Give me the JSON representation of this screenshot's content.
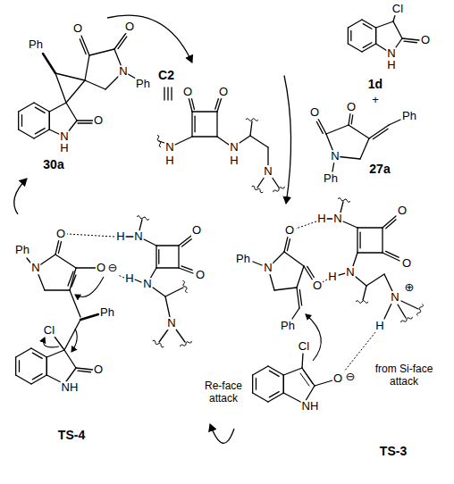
{
  "diagram": {
    "nodes": [
      {
        "text": [
          "C2"
        ]
      },
      {
        "text": [
          "1d"
        ]
      },
      {
        "text": [
          "27a"
        ]
      },
      {
        "text": [
          "30a"
        ]
      },
      {
        "text": [
          "TS-3"
        ]
      },
      {
        "text": [
          "TS-4"
        ]
      }
    ],
    "edges": [
      {
        "from": 0,
        "to": 4,
        "arrow": "to"
      },
      {
        "from": 4,
        "to": 5,
        "label": "Re-face attack",
        "arrow": "to"
      },
      {
        "from": 5,
        "to": 3,
        "arrow": "to"
      },
      {
        "from": 3,
        "to": 0,
        "arrow": "to"
      }
    ],
    "labels": [
      "Ph",
      "O",
      "O",
      "N",
      "Ph",
      "O",
      "N",
      "H",
      "Cl",
      "O",
      "N",
      "H",
      "+",
      "O",
      "O",
      "N",
      "Ph",
      "Ph",
      "O",
      "O",
      "N",
      "H",
      "N",
      "H",
      "N",
      "Ph",
      "N",
      "O",
      "O",
      "Ph",
      "H",
      "N",
      "O",
      "O",
      "H",
      "N",
      "N",
      "⊕",
      "H",
      "Cl",
      "O",
      "⊖",
      "NH",
      "from Si-face attack",
      "Ph",
      "N",
      "O",
      "O",
      "⊖",
      "H",
      "N",
      "O",
      "O",
      "H",
      "N",
      "N",
      "Ph",
      "Cl",
      "O",
      "NH"
    ]
  }
}
